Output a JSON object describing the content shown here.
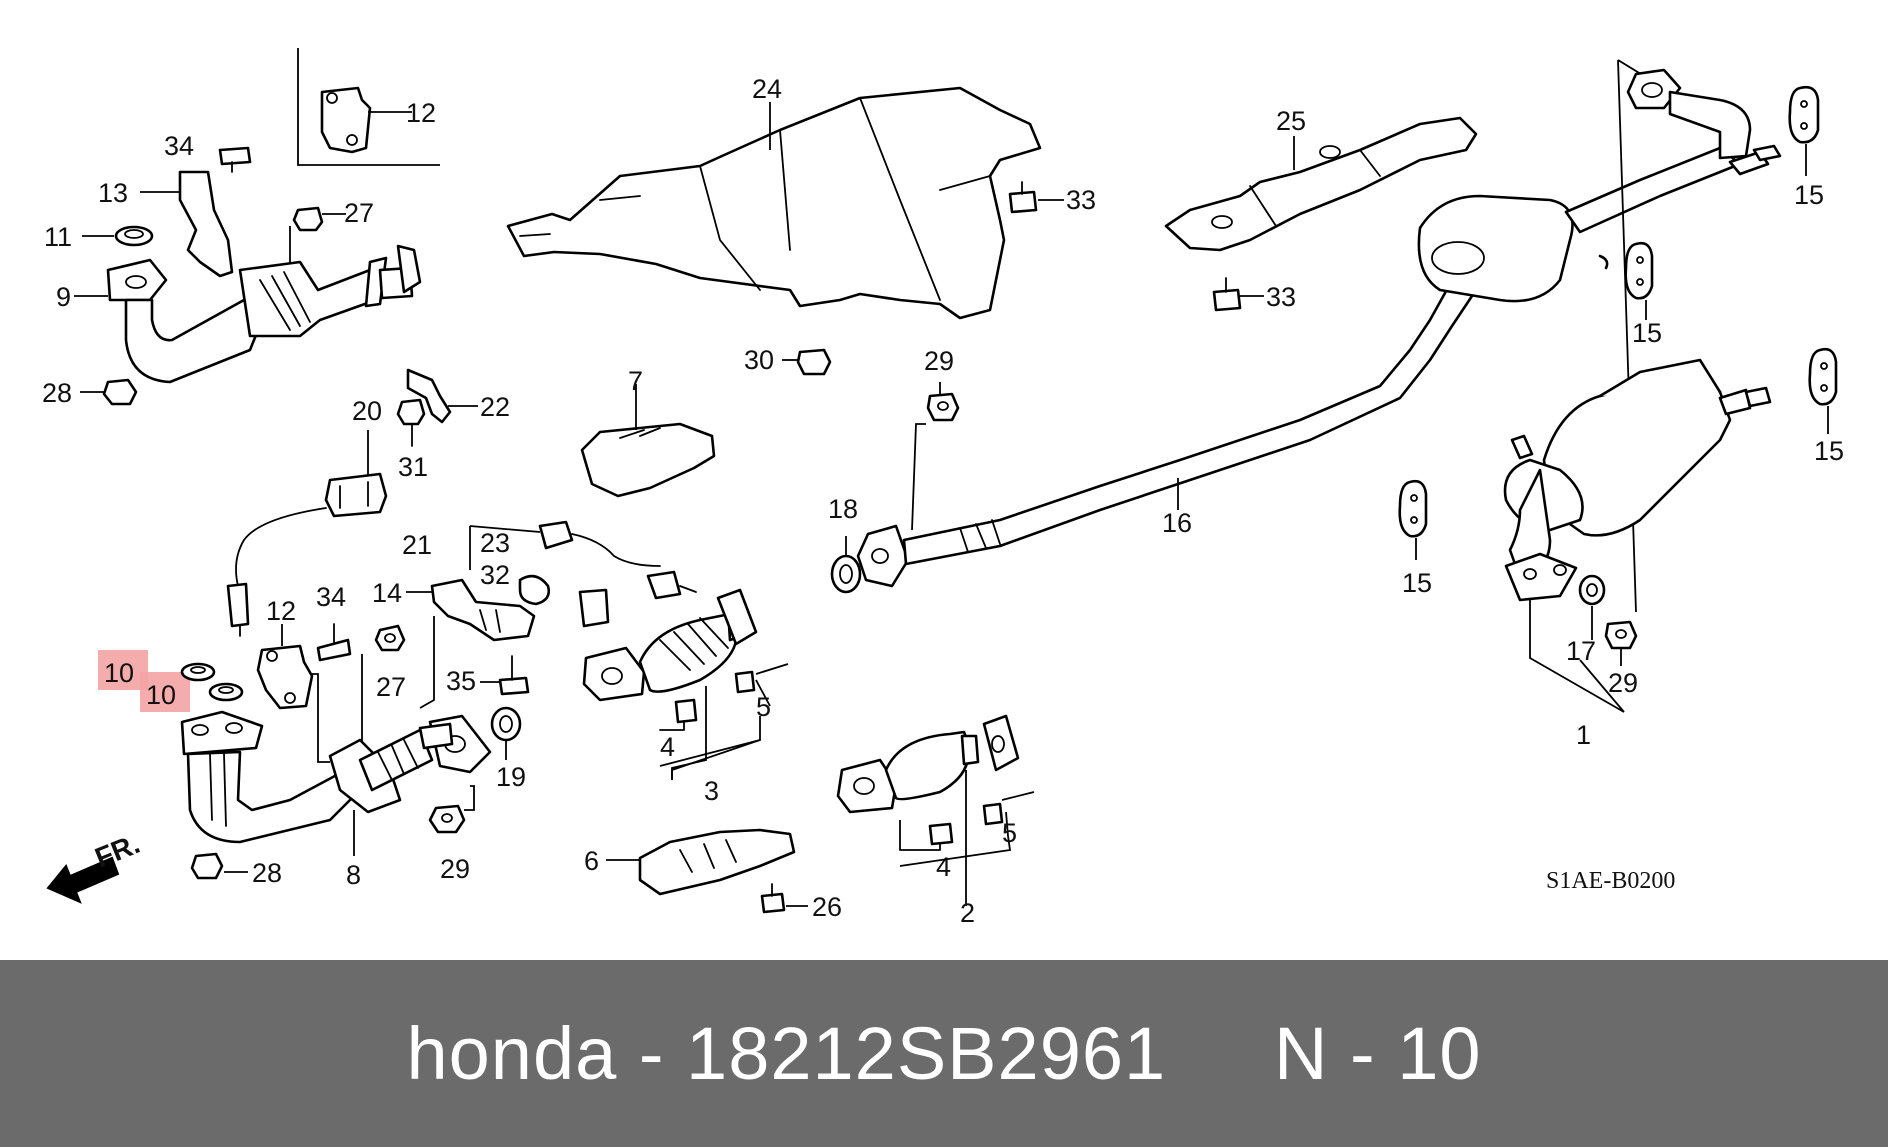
{
  "diagram": {
    "diagram_code": "S1AE-B0200",
    "direction_label": "FR.",
    "highlight_color": "#f4a3a3",
    "callouts": {
      "c1": "1",
      "c2": "2",
      "c3": "3",
      "c4a": "4",
      "c4b": "4",
      "c5a": "5",
      "c5b": "5",
      "c6": "6",
      "c7": "7",
      "c8": "8",
      "c9": "9",
      "c10a": "10",
      "c10b": "10",
      "c11": "11",
      "c12a": "12",
      "c12b": "12",
      "c13": "13",
      "c14": "14",
      "c15a": "15",
      "c15b": "15",
      "c15c": "15",
      "c15d": "15",
      "c16": "16",
      "c17": "17",
      "c18": "18",
      "c19": "19",
      "c20": "20",
      "c21": "21",
      "c22": "22",
      "c23": "23",
      "c24": "24",
      "c25": "25",
      "c26": "26",
      "c27a": "27",
      "c27b": "27",
      "c28a": "28",
      "c28b": "28",
      "c29a": "29",
      "c29b": "29",
      "c29c": "29",
      "c30": "30",
      "c31": "31",
      "c32": "32",
      "c33a": "33",
      "c33b": "33",
      "c34a": "34",
      "c34b": "34",
      "c35": "35"
    }
  },
  "footer": {
    "brand": "honda",
    "separator": " - ",
    "part_number": "18212SB2961",
    "gap": "     ",
    "ref_prefix": "N - ",
    "ref_number": "10",
    "background": "#6b6b6b"
  }
}
